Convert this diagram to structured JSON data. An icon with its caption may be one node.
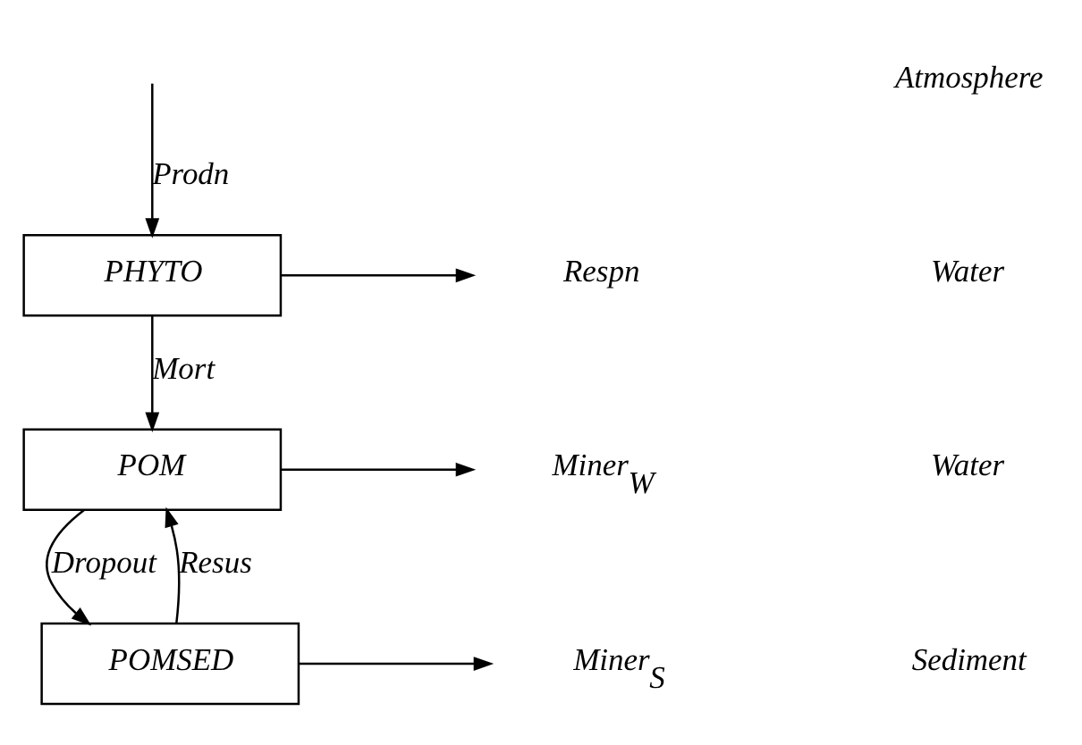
{
  "diagram": {
    "nodes": [
      {
        "text": [
          "PHYTO"
        ]
      },
      {
        "text": [
          "Respn"
        ]
      },
      {
        "text": [
          "POM"
        ]
      },
      {
        "text": [
          "Miner$_{W}$"
        ]
      },
      {
        "text": [
          "POMSED"
        ]
      },
      {
        "text": [
          "Miner$_{S}$"
        ]
      }
    ],
    "edges": [
      {
        "from": null,
        "to": 0,
        "arrow": "to",
        "label": "Prodn"
      },
      {
        "from": 0,
        "to": 1,
        "arrow": "to"
      },
      {
        "from": 0,
        "to": 2,
        "arrow": "to",
        "label": "Mort"
      },
      {
        "from": 2,
        "to": 3,
        "arrow": "to"
      },
      {
        "from": 4,
        "to": 2,
        "arrow": "to",
        "label": "Resus"
      },
      {
        "from": 2,
        "to": 4,
        "arrow": "to",
        "label": "Dropout"
      },
      {
        "from": 4,
        "to": 5,
        "arrow": "to"
      }
    ],
    "labels": [
      "Atmosphere",
      "Water",
      "Water",
      "Sediment"
    ]
  }
}
